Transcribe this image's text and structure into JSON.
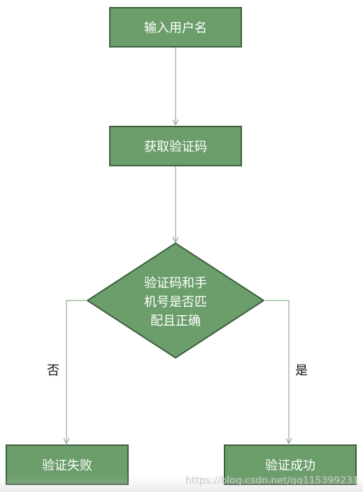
{
  "nodes": {
    "input_username": "输入用户名",
    "get_code": "获取验证码",
    "check_lines": [
      "验证码和手",
      "机号是否匹",
      "配且正确"
    ],
    "fail": "验证失败",
    "success": "验证成功"
  },
  "edges": {
    "no_label": "否",
    "yes_label": "是"
  },
  "watermark": "https://blog.csdn.net/qq115399231",
  "colors": {
    "node_fill": "#6b9e6b",
    "node_border": "#3d5f3d",
    "line": "#8fb08f"
  }
}
